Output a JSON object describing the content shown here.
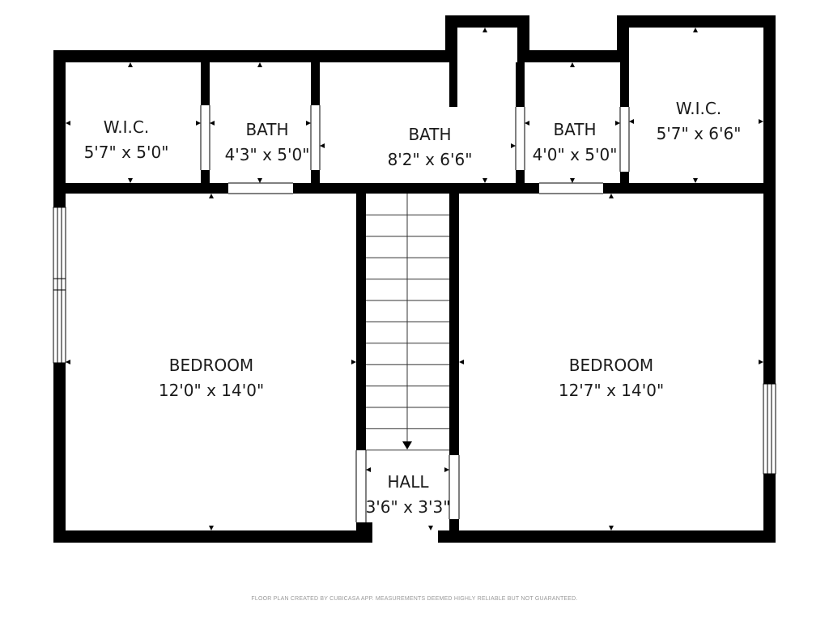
{
  "rooms": [
    {
      "id": "wic-left",
      "name": "W.I.C.",
      "dims": "5'7\" x 5'0\""
    },
    {
      "id": "bath-1",
      "name": "BATH",
      "dims": "4'3\" x 5'0\""
    },
    {
      "id": "bath-2",
      "name": "BATH",
      "dims": "8'2\" x 6'6\""
    },
    {
      "id": "bath-3",
      "name": "BATH",
      "dims": "4'0\" x 5'0\""
    },
    {
      "id": "wic-right",
      "name": "W.I.C.",
      "dims": "5'7\" x 6'6\""
    },
    {
      "id": "bedroom-left",
      "name": "BEDROOM",
      "dims": "12'0\" x 14'0\""
    },
    {
      "id": "bedroom-right",
      "name": "BEDROOM",
      "dims": "12'7\" x 14'0\""
    },
    {
      "id": "hall",
      "name": "HALL",
      "dims": "3'6\" x 3'3\""
    }
  ],
  "footer": {
    "disclaimer": "FLOOR PLAN CREATED BY CUBICASA APP. MEASUREMENTS DEEMED HIGHLY RELIABLE BUT NOT GUARANTEED."
  },
  "colors": {
    "wall": "#000000",
    "background": "#ffffff",
    "text": "#1a1a1a",
    "stair_line": "#333333"
  }
}
